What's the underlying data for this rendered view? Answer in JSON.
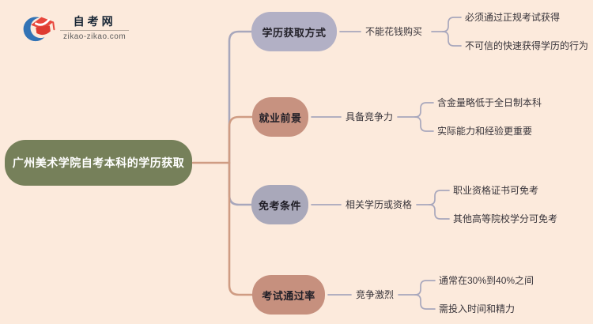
{
  "logo": {
    "title": "自考网",
    "domain": "zikao-zikao.com",
    "icon": "graduation-cap-with-blue-crescent"
  },
  "mindmap": {
    "root": "广州美术学院自考本科的学历获取",
    "branches": [
      {
        "label": "学历获取方式",
        "middle": "不能花钱购买",
        "leaves": [
          "必须通过正规考试获得",
          "不可信的快速获得学历的行为"
        ]
      },
      {
        "label": "就业前景",
        "middle": "具备竞争力",
        "leaves": [
          "含金量略低于全日制本科",
          "实际能力和经验更重要"
        ]
      },
      {
        "label": "免考条件",
        "middle": "相关学历或资格",
        "leaves": [
          "职业资格证书可免考",
          "其他高等院校学分可免考"
        ]
      },
      {
        "label": "考试通过率",
        "middle": "竞争激烈",
        "leaves": [
          "通常在30%到40%之间",
          "需投入时间和精力"
        ]
      }
    ]
  },
  "colors": {
    "background": "#fceadc",
    "root_node": "#76805a",
    "root_text": "#ffffff",
    "branch_node_cool": "#b2b0c5",
    "branch_node_cool_alt": "#a9a8ba",
    "branch_node_warm": "#c79280",
    "branch_node_warm_alt": "#c6907e",
    "wire_warm": "#cf9c83",
    "wire_cool": "#a8a7bc",
    "body_text": "#38343a",
    "logo_blue": "#3273b5",
    "logo_red": "#e8473d"
  }
}
